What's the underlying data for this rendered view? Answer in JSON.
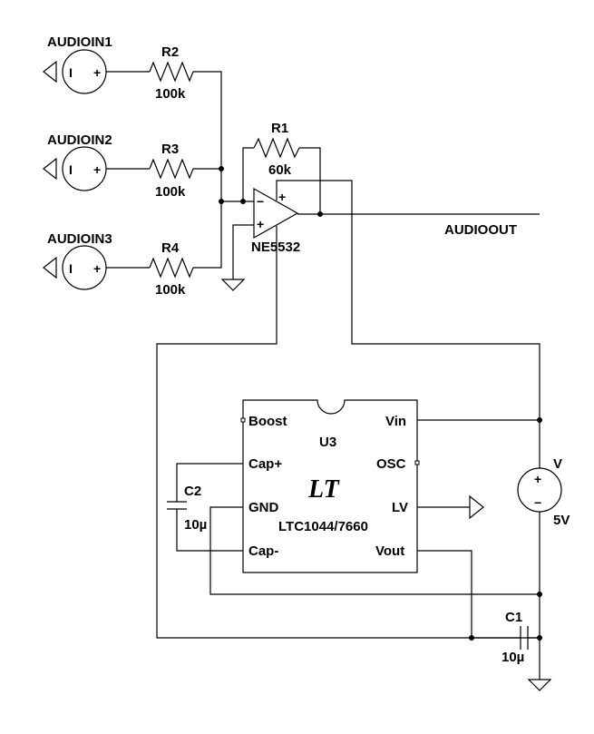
{
  "inputs": [
    {
      "name": "AUDIOIN1",
      "res_ref": "R2",
      "res_value": "100k"
    },
    {
      "name": "AUDIOIN2",
      "res_ref": "R3",
      "res_value": "100k"
    },
    {
      "name": "AUDIOIN3",
      "res_ref": "R4",
      "res_value": "100k"
    }
  ],
  "feedback": {
    "ref": "R1",
    "value": "60k"
  },
  "opamp": {
    "ref": "NE5532",
    "minus": "−",
    "plus": "+"
  },
  "output": {
    "label": "AUDIOOUT"
  },
  "ic": {
    "ref": "U3",
    "part": "LTC1044/7660",
    "logo": "LT",
    "pins": {
      "boost": "Boost",
      "cap_plus": "Cap+",
      "gnd": "GND",
      "cap_minus": "Cap-",
      "vin": "Vin",
      "osc": "OSC",
      "lv": "LV",
      "vout": "Vout"
    }
  },
  "cap_c2": {
    "ref": "C2",
    "value": "10µ"
  },
  "cap_c1": {
    "ref": "C1",
    "value": "10µ"
  },
  "source": {
    "ref": "V",
    "value": "5V",
    "plus": "+",
    "minus": "−"
  },
  "source_glyph": {
    "pos": "+",
    "neg": "I"
  }
}
